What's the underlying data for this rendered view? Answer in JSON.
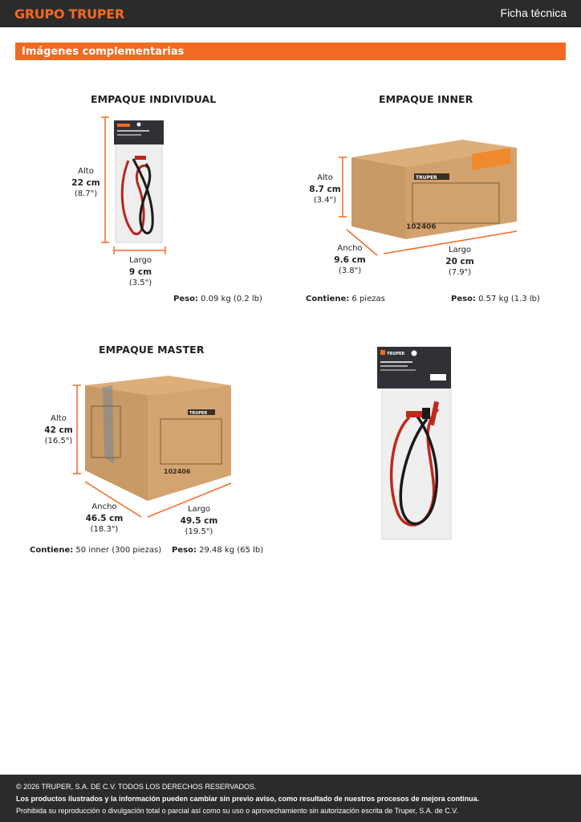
{
  "header": {
    "brand": "GRUPO TRUPER",
    "doc_type": "Ficha técnica"
  },
  "section": {
    "title": "Imágenes complementarias"
  },
  "individual": {
    "title": "EMPAQUE INDIVIDUAL",
    "alto": {
      "label": "Alto",
      "metric": "22 cm",
      "imperial": "(8.7\")"
    },
    "largo": {
      "label": "Largo",
      "metric": "9 cm",
      "imperial": "(3.5\")"
    },
    "peso_label": "Peso:",
    "peso_value": "0.09 kg (0.2 lb)"
  },
  "inner": {
    "title": "EMPAQUE INNER",
    "alto": {
      "label": "Alto",
      "metric": "8.7 cm",
      "imperial": "(3.4\")"
    },
    "ancho": {
      "label": "Ancho",
      "metric": "9.6 cm",
      "imperial": "(3.8\")"
    },
    "largo": {
      "label": "Largo",
      "metric": "20 cm",
      "imperial": "(7.9\")"
    },
    "contiene_label": "Contiene:",
    "contiene_value": "6 piezas",
    "peso_label": "Peso:",
    "peso_value": "0.57 kg (1.3 lb)",
    "box_code": "102406",
    "box_brand": "TRUPER"
  },
  "master": {
    "title": "EMPAQUE MASTER",
    "alto": {
      "label": "Alto",
      "metric": "42 cm",
      "imperial": "(16.5\")"
    },
    "ancho": {
      "label": "Ancho",
      "metric": "46.5 cm",
      "imperial": "(18.3\")"
    },
    "largo": {
      "label": "Largo",
      "metric": "49.5 cm",
      "imperial": "(19.5\")"
    },
    "contiene_label": "Contiene:",
    "contiene_value": "50 inner (300 piezas)",
    "peso_label": "Peso:",
    "peso_value": "29.48 kg (65 lb)",
    "box_code": "102406",
    "box_brand": "TRUPER"
  },
  "product": {
    "brand": "TRUPER"
  },
  "footer": {
    "copyright": "© 2026 TRUPER, S.A. DE C.V. TODOS LOS DERECHOS RESERVADOS.",
    "notice": "Los productos ilustrados y la información pueden cambiar sin previo aviso, como resultado de nuestros procesos de mejora continua.",
    "rights": "Prohibida su reproducción o divulgación total o parcial así como su uso o aprovechamiento sin autorización escrita de Truper, S.A. de C.V."
  },
  "colors": {
    "accent": "#f26a21",
    "dark": "#2b2b2b",
    "cardboard": "#d2a06a",
    "cable_red": "#c0281c"
  }
}
